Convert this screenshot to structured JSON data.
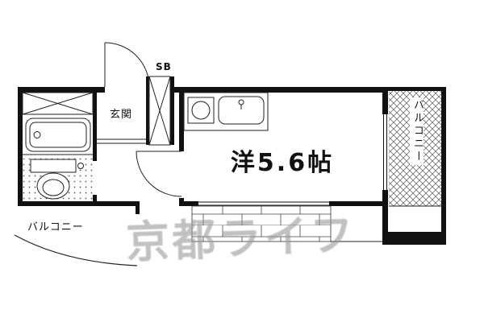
{
  "floorplan": {
    "labels": {
      "shoe_box": "SB",
      "entrance": "玄関",
      "main_room": "洋5.6帖",
      "balcony_right": "バルコニー",
      "balcony_bottom": "バルコニー"
    },
    "watermark": "京都ライフ",
    "colors": {
      "wall": "#111111",
      "line": "#222222",
      "watermark": "#999999",
      "background": "#ffffff"
    }
  }
}
